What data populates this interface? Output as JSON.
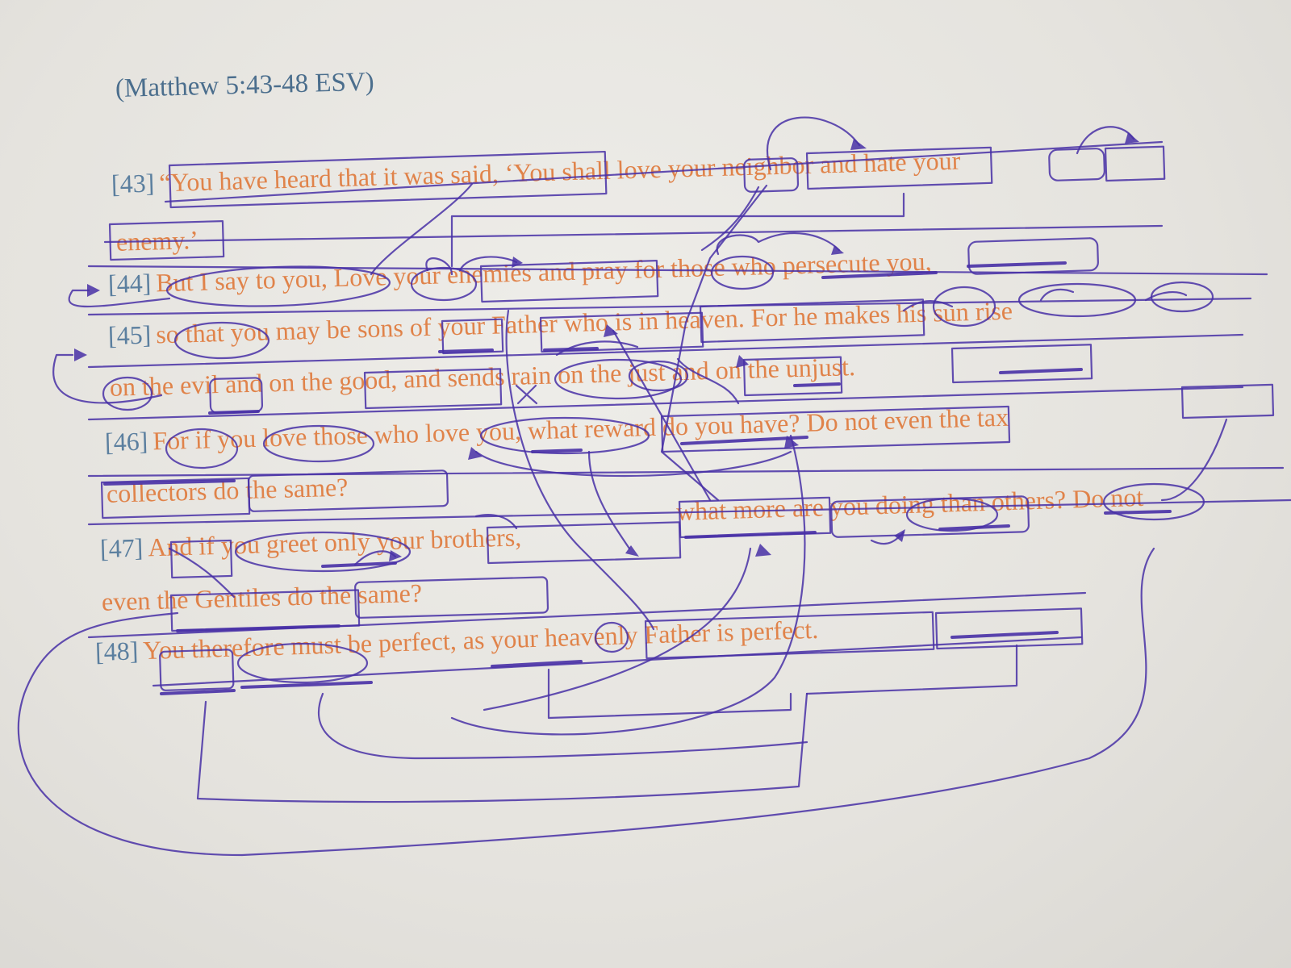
{
  "reference": "(Matthew 5:43-48 ESV)",
  "colors": {
    "text": "#e0834a",
    "verse_number": "#5b7f9f",
    "ink": "#4830a6",
    "paper": "#e6e4df"
  },
  "lines": [
    {
      "num": "[43]",
      "text": "“You have heard that it was said, ‘You shall love your neighbor and hate your"
    },
    {
      "num": "",
      "text": "enemy.’"
    },
    {
      "num": "[44]",
      "text": "But I say to you, Love your enemies and pray for those who persecute you,"
    },
    {
      "num": "[45]",
      "text": "so that you may be sons of your Father who is in heaven. For he makes his sun rise"
    },
    {
      "num": "",
      "text": "on the evil and on the good, and sends rain on the just and on the unjust."
    },
    {
      "num": "[46]",
      "text": "For if you love those who love you, what reward do you have? Do not even the tax"
    },
    {
      "num": "",
      "text": "collectors do the same?"
    },
    {
      "num": "",
      "text": "what more are you doing than others? Do not"
    },
    {
      "num": "[47]",
      "text": "And if you greet only your brothers,"
    },
    {
      "num": "",
      "text": "even the Gentiles do the same?"
    },
    {
      "num": "[48]",
      "text": "You therefore must be perfect, as your heavenly Father is perfect."
    }
  ]
}
